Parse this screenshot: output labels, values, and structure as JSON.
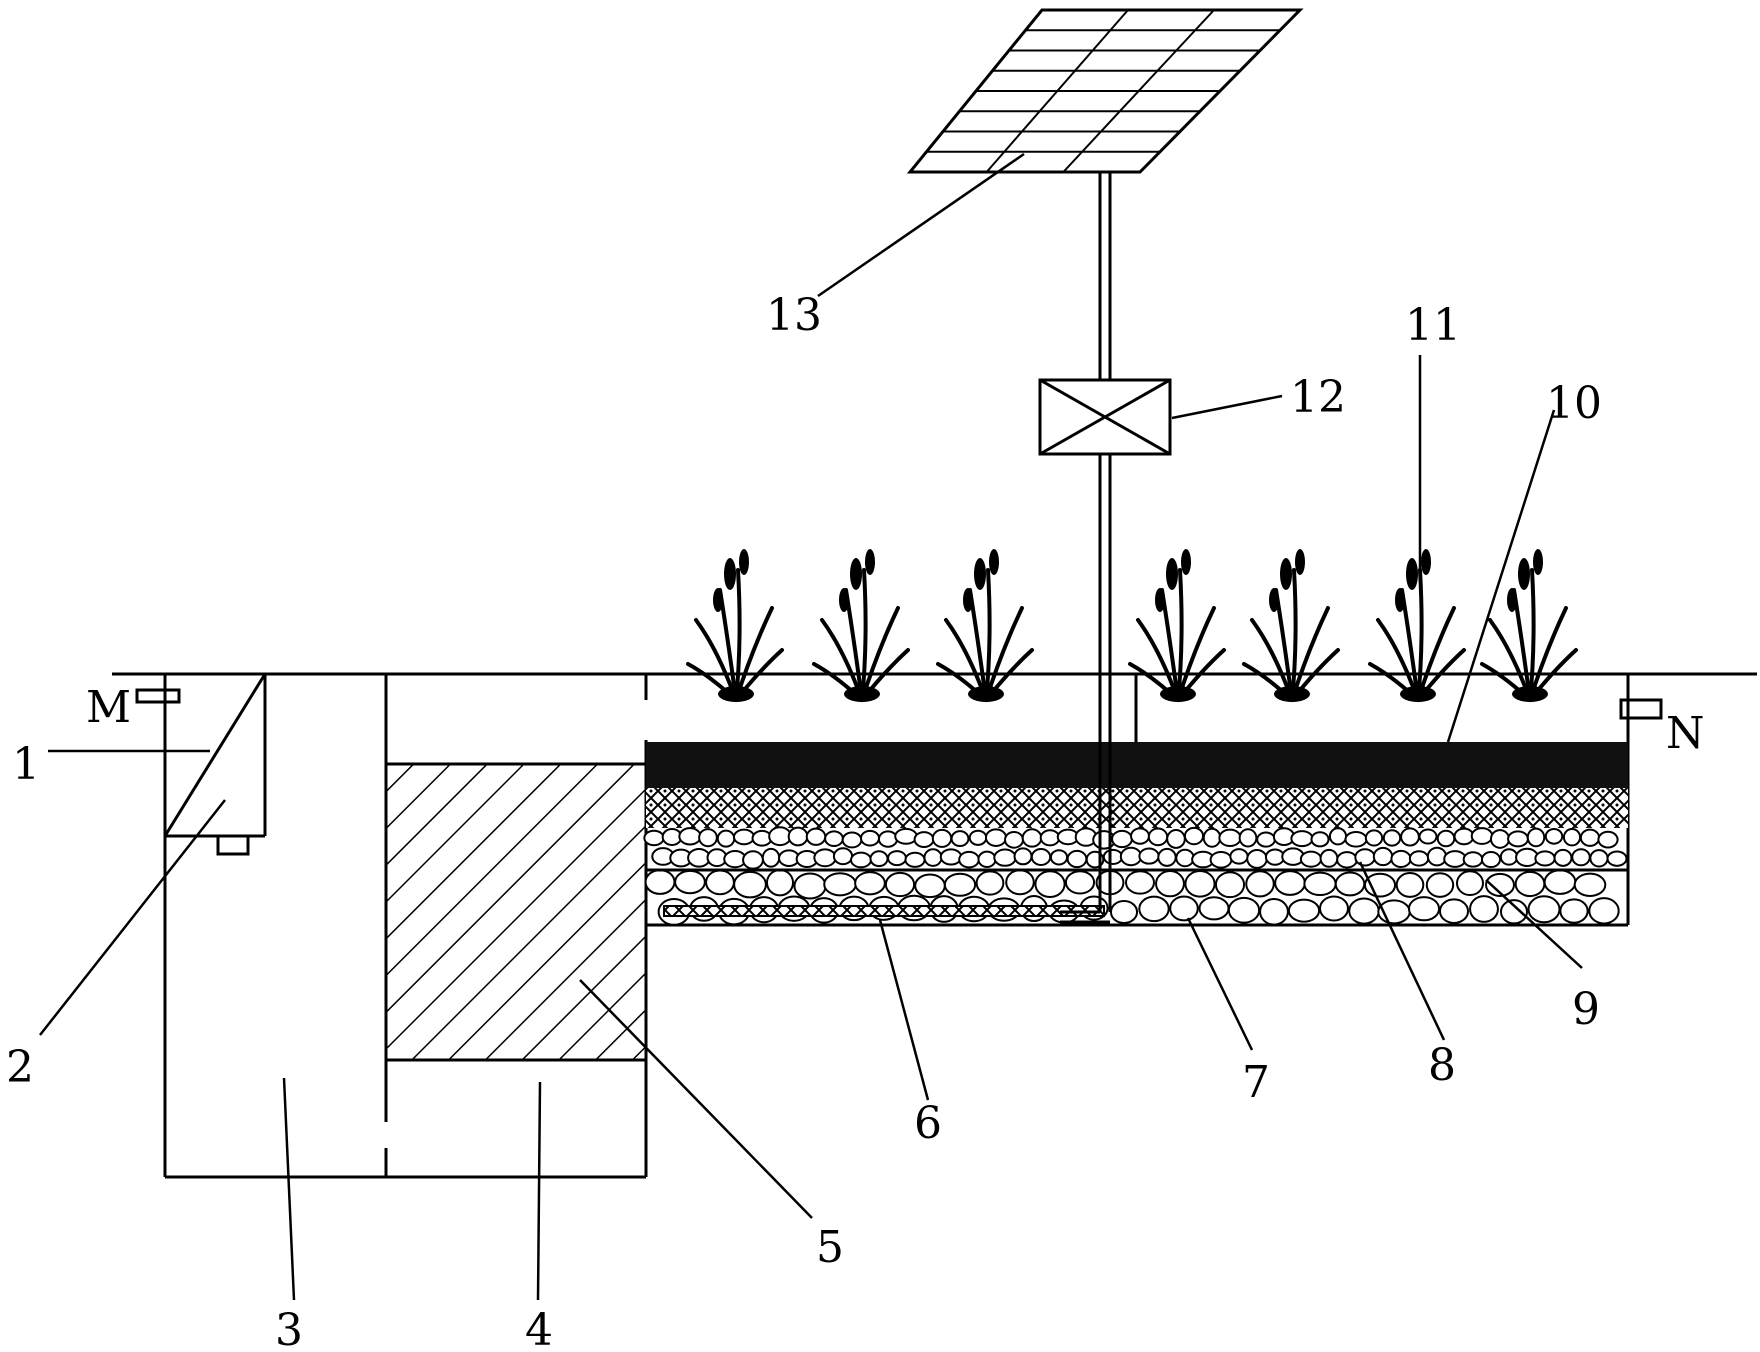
{
  "labels": {
    "l1": "1",
    "l2": "2",
    "l3": "3",
    "l4": "4",
    "l5": "5",
    "l6": "6",
    "l7": "7",
    "l8": "8",
    "l9": "9",
    "l10": "10",
    "l11": "11",
    "l12": "12",
    "l13": "13",
    "inlet": "M",
    "outlet": "N"
  },
  "colors": {
    "ink": "#000000",
    "background": "#ffffff",
    "soil_layer": "#111111"
  }
}
